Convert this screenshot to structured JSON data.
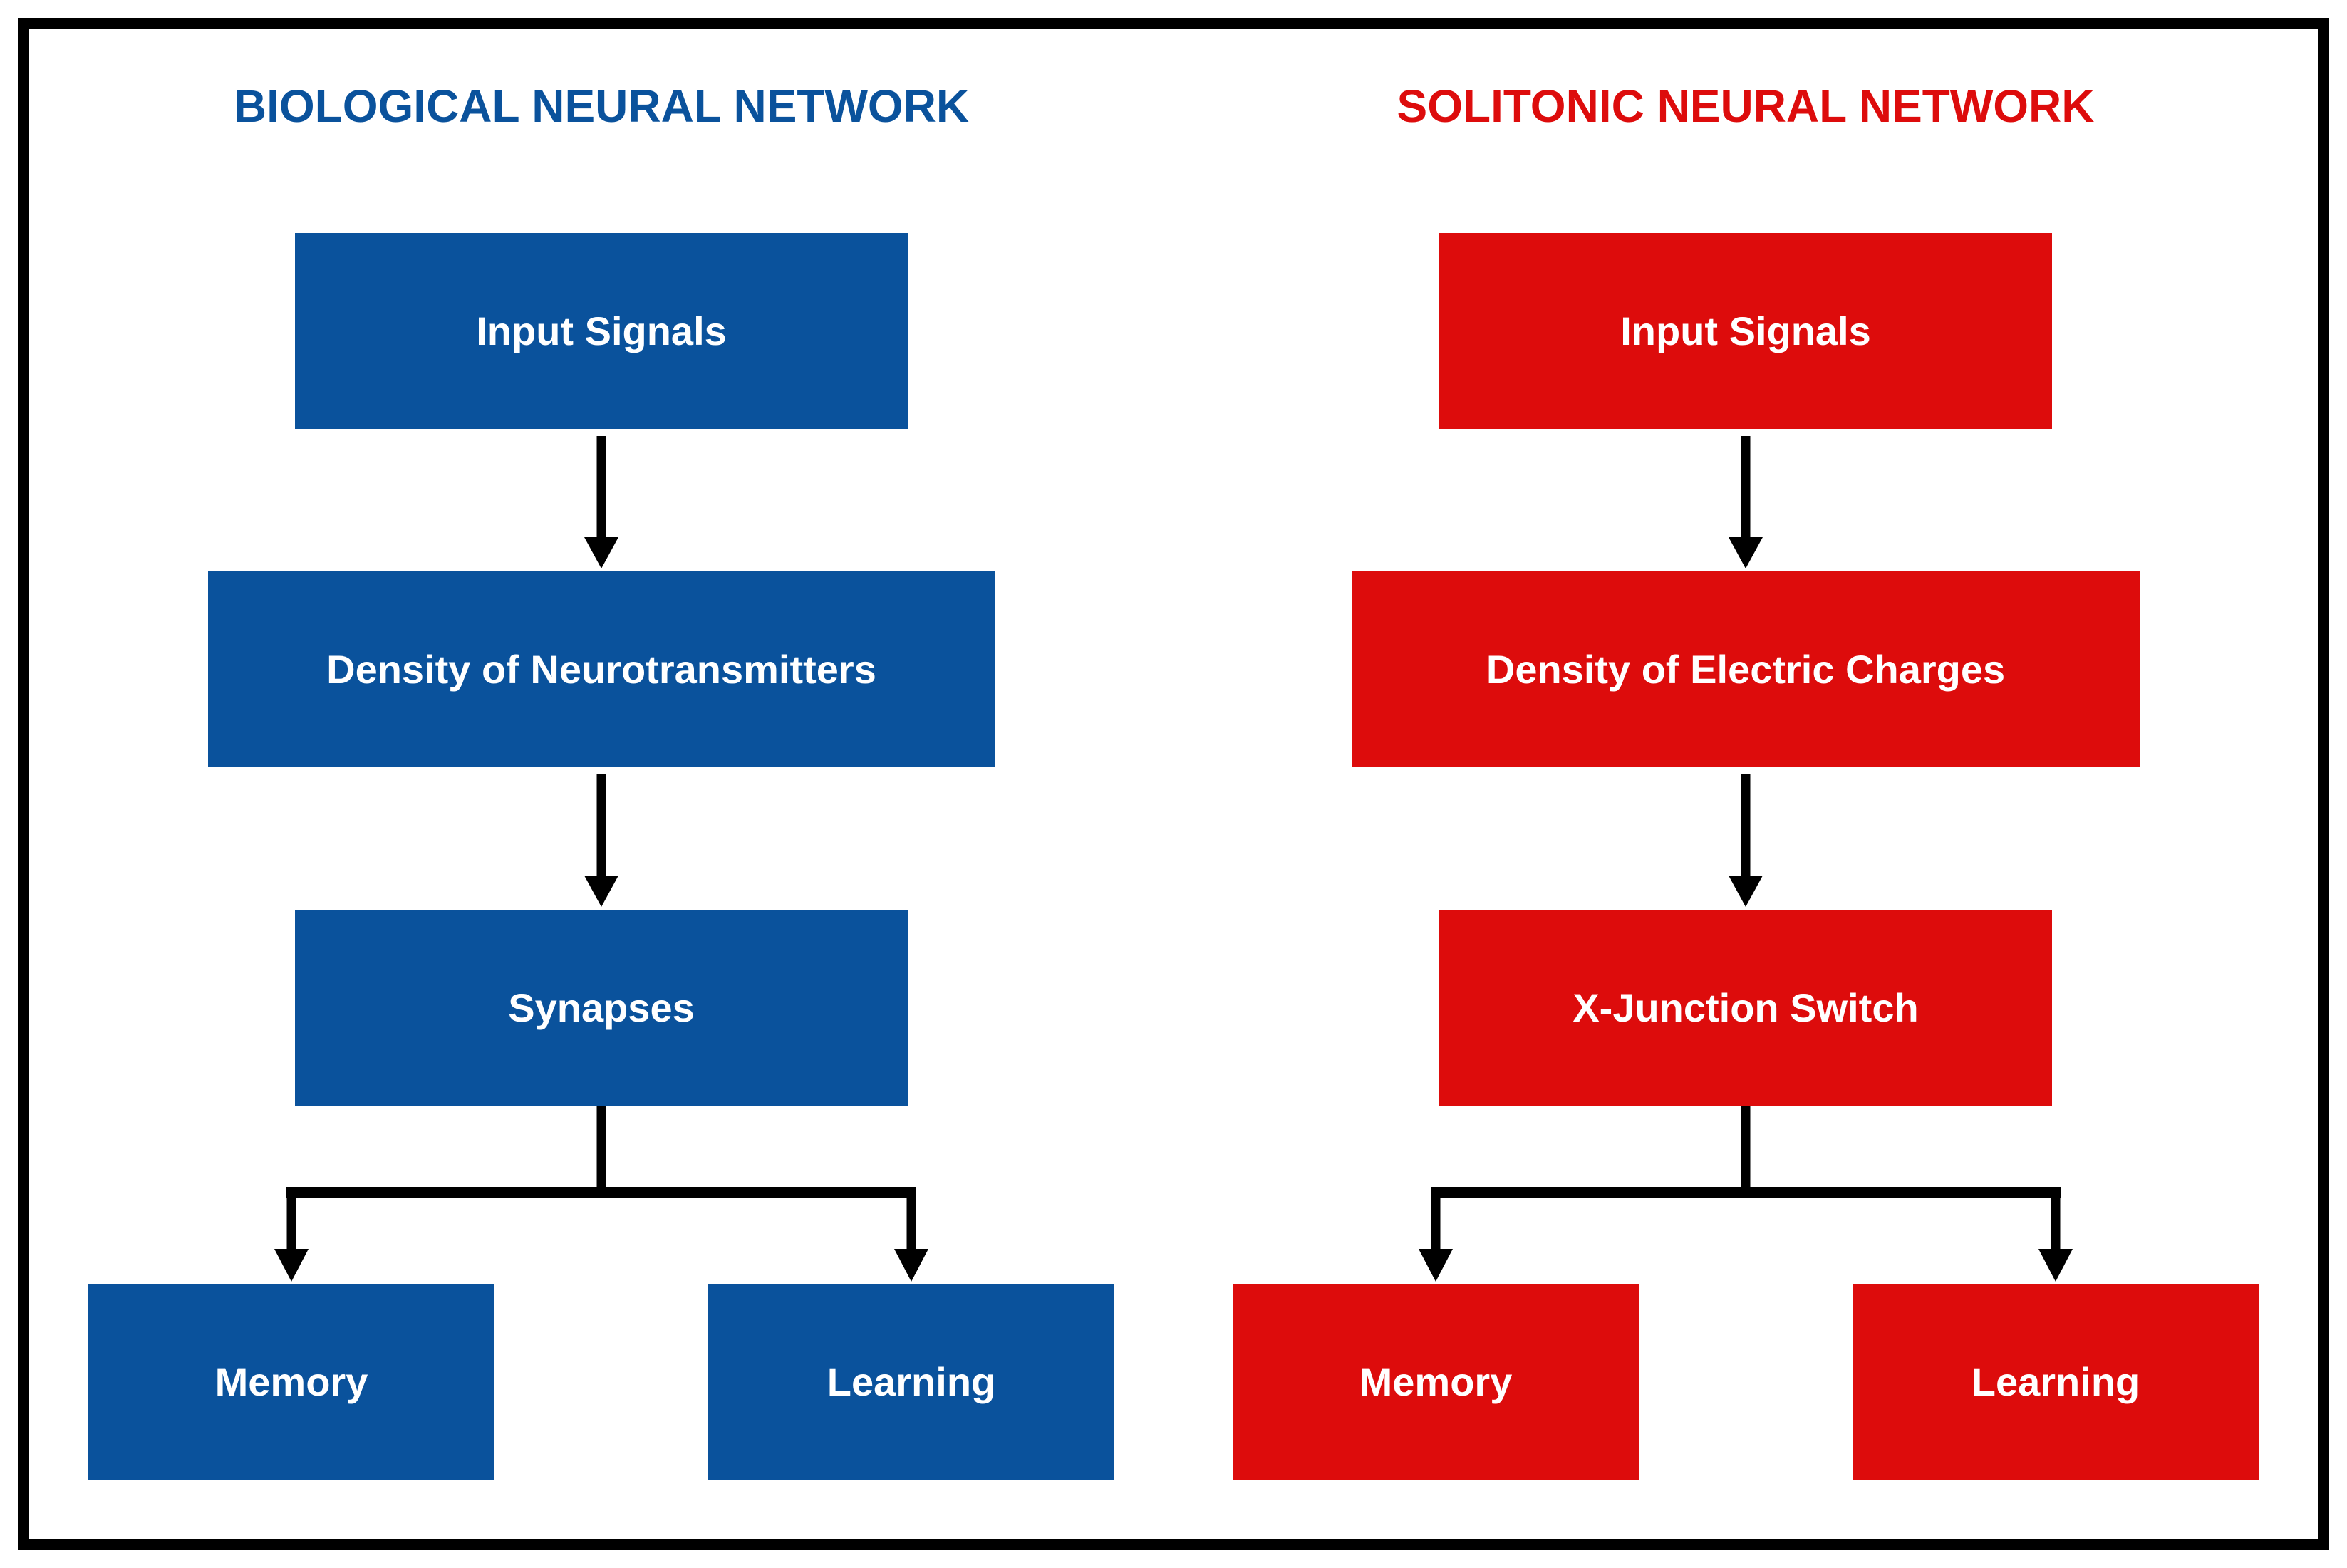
{
  "diagram": {
    "columns": [
      {
        "id": "biological",
        "title": "BIOLOGICAL NEURAL NETWORK",
        "nodes": {
          "input": "Input Signals",
          "second": "Density of Neurotransmitters",
          "third": "Synapses",
          "memory": "Memory",
          "learning": "Learning"
        }
      },
      {
        "id": "solitonic",
        "title": "SOLITONIC NEURAL NETWORK",
        "nodes": {
          "input": "Input Signals",
          "second": "Density of Electric Charges",
          "third": "X-Junction Switch",
          "memory": "Memory",
          "learning": "Learning"
        }
      }
    ]
  },
  "colors": {
    "blue": "#0a529c",
    "red": "#dd0c0c",
    "connector": "#000000",
    "box_text": "#ffffff",
    "background": "#ffffff",
    "frame": "#000000"
  }
}
